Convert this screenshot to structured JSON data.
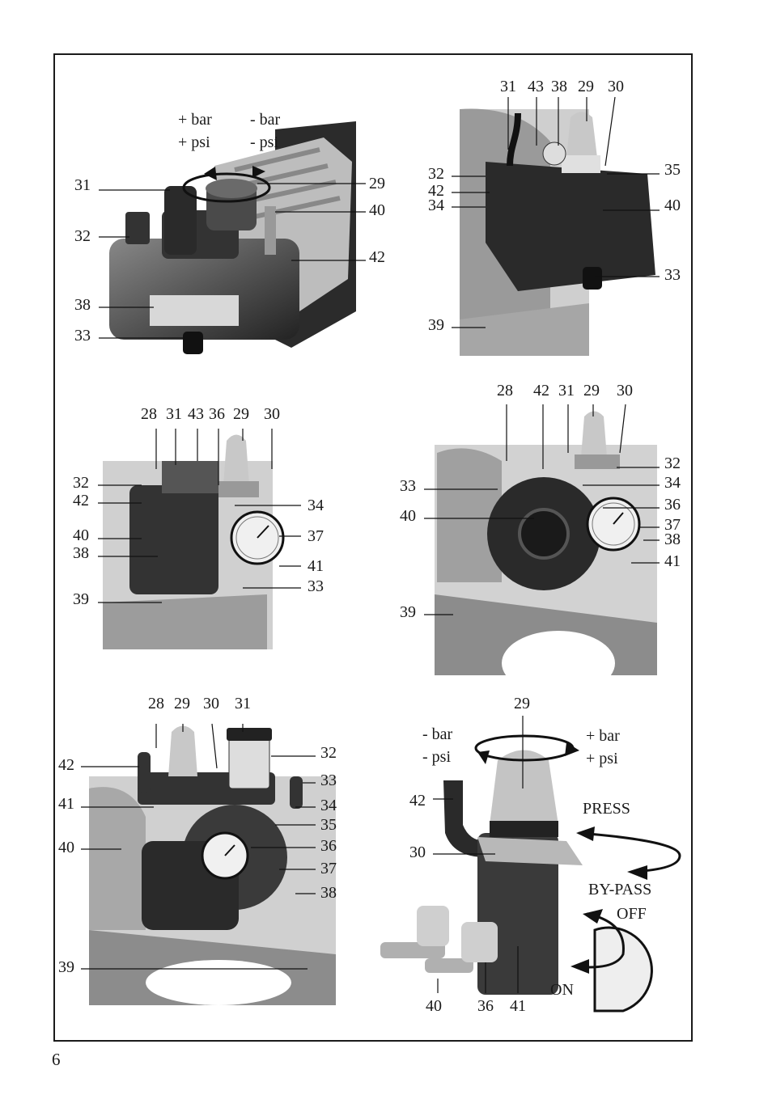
{
  "page_number": "6",
  "photo1": {
    "labels": {
      "l31": "31",
      "l32": "32",
      "l38": "38",
      "l33": "33",
      "l29": "29",
      "l40": "40",
      "l42": "42",
      "plus_bar": "+ bar",
      "plus_psi": "+ psi",
      "minus_bar": "- bar",
      "minus_psi": "- psi"
    }
  },
  "photo2": {
    "labels": {
      "t31": "31",
      "t43": "43",
      "t38": "38",
      "t29": "29",
      "t30": "30",
      "l32": "32",
      "l42": "42",
      "l34": "34",
      "l39": "39",
      "r35": "35",
      "r40": "40",
      "r33": "33"
    }
  },
  "photo3": {
    "labels": {
      "t28": "28",
      "t31": "31",
      "t43": "43",
      "t36": "36",
      "t29": "29",
      "t30": "30",
      "l32": "32",
      "l42": "42",
      "l40": "40",
      "l38": "38",
      "l39": "39",
      "r34": "34",
      "r37": "37",
      "r41": "41",
      "r33": "33"
    }
  },
  "photo4": {
    "labels": {
      "t28": "28",
      "t42": "42",
      "t31": "31",
      "t29": "29",
      "t30": "30",
      "l33": "33",
      "l40": "40",
      "l39": "39",
      "r32": "32",
      "r34": "34",
      "r36": "36",
      "r37": "37",
      "r38": "38",
      "r41": "41"
    }
  },
  "photo5": {
    "labels": {
      "t28": "28",
      "t29": "29",
      "t30": "30",
      "t31": "31",
      "l42": "42",
      "l41": "41",
      "l40": "40",
      "l39": "39",
      "r32": "32",
      "r33": "33",
      "r34": "34",
      "r35": "35",
      "r36": "36",
      "r37": "37",
      "r38": "38"
    }
  },
  "photo6": {
    "labels": {
      "t29": "29",
      "minus_bar": "- bar",
      "minus_psi": "- psi",
      "plus_bar": "+ bar",
      "plus_psi": "+ psi",
      "l42": "42",
      "l30": "30",
      "press": "PRESS",
      "bypass": "BY-PASS",
      "off": "OFF",
      "on": "ON",
      "b40": "40",
      "b36": "36",
      "b41": "41"
    }
  }
}
